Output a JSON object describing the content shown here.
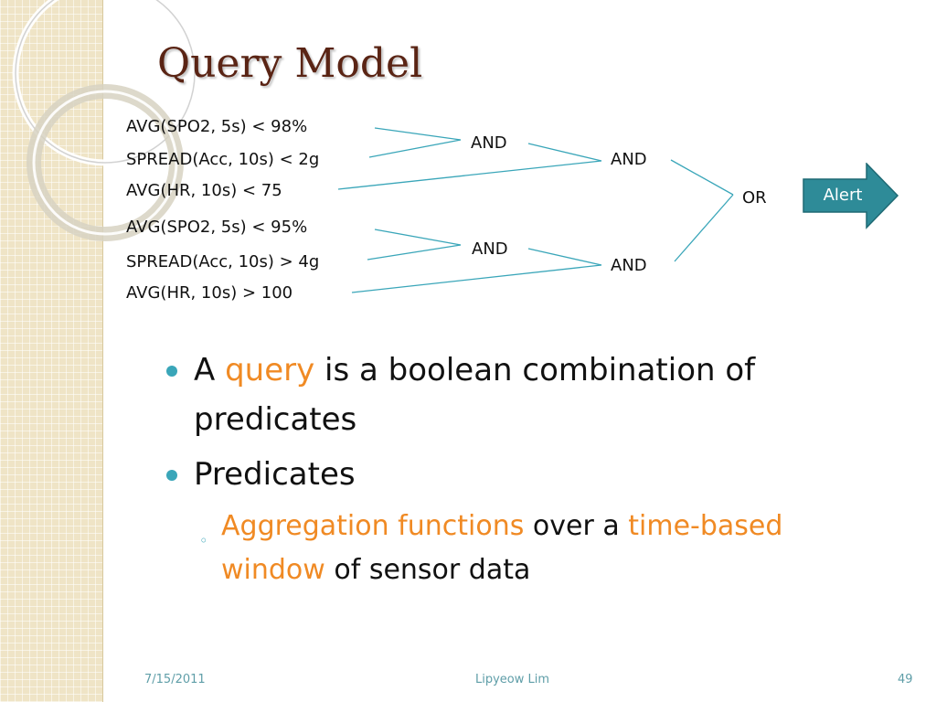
{
  "slide": {
    "title": "Query Model",
    "date": "7/15/2011",
    "author": "Lipyeow Lim",
    "page": "49"
  },
  "diagram": {
    "predicates": [
      "AVG(SPO2, 5s) < 98%",
      "SPREAD(Acc, 10s) < 2g",
      "AVG(HR, 10s) < 75",
      "AVG(SPO2, 5s) < 95%",
      "SPREAD(Acc, 10s) > 4g",
      "AVG(HR, 10s) > 100"
    ],
    "gates": [
      "AND",
      "AND",
      "AND",
      "AND",
      "OR"
    ],
    "alert_label": "Alert",
    "colors": {
      "line": "#3aa6b9",
      "alert_fill": "#2e8b98"
    }
  },
  "bullets": {
    "b1": {
      "pre": "A ",
      "hl": "query",
      "post": " is a boolean combination of predicates"
    },
    "b2": {
      "text": "Predicates"
    },
    "b3": {
      "hl1": "Aggregation functions",
      "mid": " over a ",
      "hl2": "time-based window",
      "post": " of sensor data"
    },
    "colors": {
      "bullet": "#3aa6b9",
      "highlight": "#f08a24"
    }
  }
}
